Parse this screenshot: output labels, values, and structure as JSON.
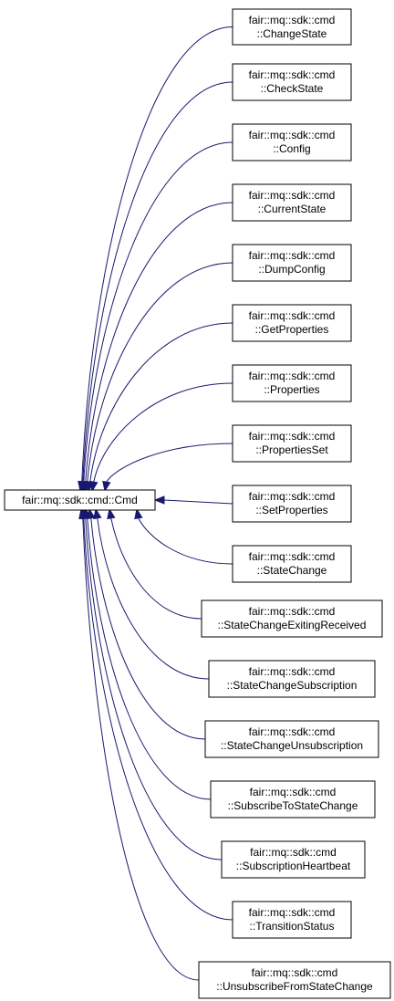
{
  "base_class": {
    "name": "fair::mq::sdk::cmd::Cmd"
  },
  "derived_classes": [
    {
      "line1": "fair::mq::sdk::cmd",
      "line2": "::ChangeState"
    },
    {
      "line1": "fair::mq::sdk::cmd",
      "line2": "::CheckState"
    },
    {
      "line1": "fair::mq::sdk::cmd",
      "line2": "::Config"
    },
    {
      "line1": "fair::mq::sdk::cmd",
      "line2": "::CurrentState"
    },
    {
      "line1": "fair::mq::sdk::cmd",
      "line2": "::DumpConfig"
    },
    {
      "line1": "fair::mq::sdk::cmd",
      "line2": "::GetProperties"
    },
    {
      "line1": "fair::mq::sdk::cmd",
      "line2": "::Properties"
    },
    {
      "line1": "fair::mq::sdk::cmd",
      "line2": "::PropertiesSet"
    },
    {
      "line1": "fair::mq::sdk::cmd",
      "line2": "::SetProperties"
    },
    {
      "line1": "fair::mq::sdk::cmd",
      "line2": "::StateChange"
    },
    {
      "line1": "fair::mq::sdk::cmd",
      "line2": "::StateChangeExitingReceived"
    },
    {
      "line1": "fair::mq::sdk::cmd",
      "line2": "::StateChangeSubscription"
    },
    {
      "line1": "fair::mq::sdk::cmd",
      "line2": "::StateChangeUnsubscription"
    },
    {
      "line1": "fair::mq::sdk::cmd",
      "line2": "::SubscribeToStateChange"
    },
    {
      "line1": "fair::mq::sdk::cmd",
      "line2": "::SubscriptionHeartbeat"
    },
    {
      "line1": "fair::mq::sdk::cmd",
      "line2": "::TransitionStatus"
    },
    {
      "line1": "fair::mq::sdk::cmd",
      "line2": "::UnsubscribeFromStateChange"
    }
  ],
  "colors": {
    "edge": "#191970",
    "box_border": "#000000",
    "box_fill": "#ffffff",
    "base_fill": "#ffffff"
  }
}
